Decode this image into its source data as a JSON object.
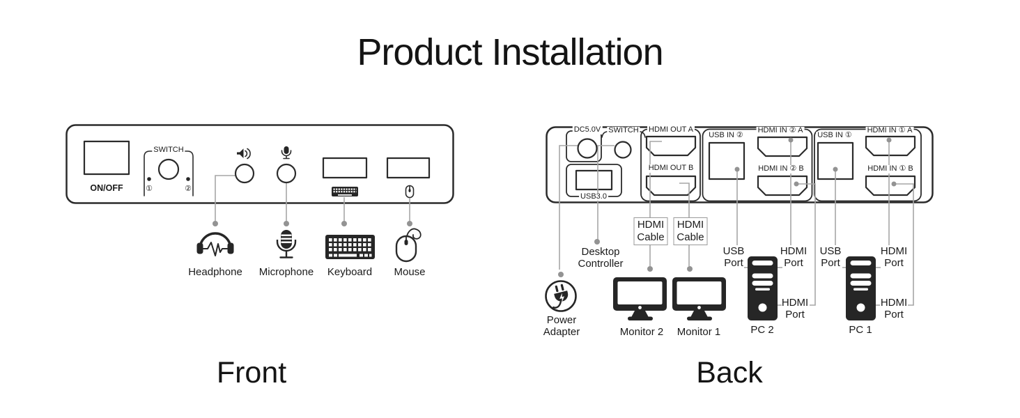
{
  "title": "Product Installation",
  "front": {
    "caption": "Front",
    "panel": {
      "on_off_label": "ON/OFF",
      "switch_label": "SWITCH",
      "led1_label": "①",
      "led2_label": "②"
    },
    "devices": [
      {
        "label": "Headphone"
      },
      {
        "label": "Microphone"
      },
      {
        "label": "Keyboard"
      },
      {
        "label": "Mouse"
      }
    ]
  },
  "back": {
    "caption": "Back",
    "panel": {
      "dc_label": "DC5.0V",
      "switch_label": "SWITCH",
      "usb3_label": "USB3.0",
      "hdmi_out_a": "HDMI OUT A",
      "hdmi_out_b": "HDMI OUT B",
      "usb_in_2": "USB IN ②",
      "hdmi_in_2a": "HDMI IN ② A",
      "hdmi_in_2b": "HDMI IN ② B",
      "usb_in_1": "USB IN ①",
      "hdmi_in_1a": "HDMI IN ① A",
      "hdmi_in_1b": "HDMI IN ① B"
    },
    "connections": {
      "power_adapter": "Power\nAdapter",
      "desktop_controller": "Desktop\nController",
      "hdmi_cable_a": "HDMI\nCable",
      "hdmi_cable_b": "HDMI\nCable",
      "monitor_2": "Monitor 2",
      "monitor_1": "Monitor 1",
      "pc2": {
        "name": "PC 2",
        "usb_port": "USB\nPort",
        "hdmi_port_top": "HDMI\nPort",
        "hdmi_port_bottom": "HDMI\nPort"
      },
      "pc1": {
        "name": "PC 1",
        "usb_port": "USB\nPort",
        "hdmi_port_top": "HDMI\nPort",
        "hdmi_port_bottom": "HDMI\nPort"
      }
    }
  },
  "colors": {
    "line_art": "#2b2b2b",
    "connector_line": "#a6a6a6",
    "connector_dot": "#939393"
  }
}
